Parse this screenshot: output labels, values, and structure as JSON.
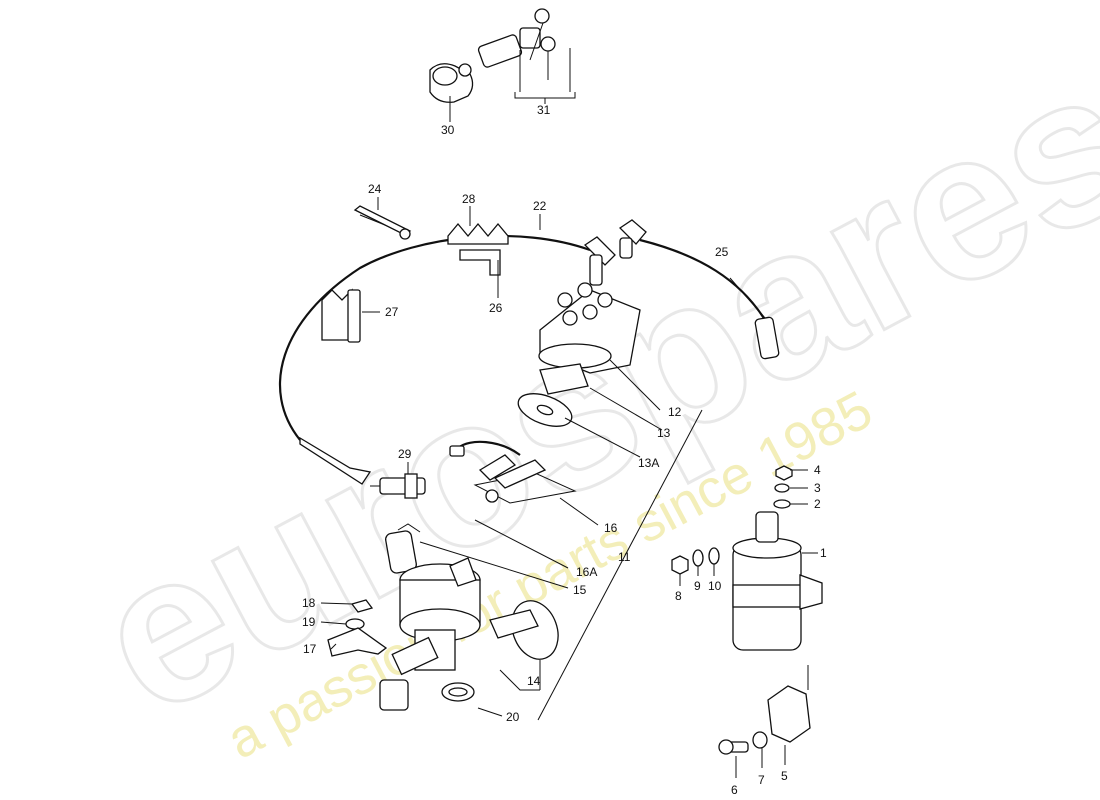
{
  "watermark": {
    "brand": "eurospares",
    "tagline": "a passion for parts since 1985"
  },
  "part_labels": [
    {
      "id": "1",
      "text": "1"
    },
    {
      "id": "2",
      "text": "2"
    },
    {
      "id": "3",
      "text": "3"
    },
    {
      "id": "4",
      "text": "4"
    },
    {
      "id": "5",
      "text": "5"
    },
    {
      "id": "6",
      "text": "6"
    },
    {
      "id": "7",
      "text": "7"
    },
    {
      "id": "8",
      "text": "8"
    },
    {
      "id": "9",
      "text": "9"
    },
    {
      "id": "10",
      "text": "10"
    },
    {
      "id": "11",
      "text": "11"
    },
    {
      "id": "12",
      "text": "12"
    },
    {
      "id": "13",
      "text": "13"
    },
    {
      "id": "13a",
      "text": "13A"
    },
    {
      "id": "14",
      "text": "14"
    },
    {
      "id": "15",
      "text": "15"
    },
    {
      "id": "16",
      "text": "16"
    },
    {
      "id": "16a",
      "text": "16A"
    },
    {
      "id": "17",
      "text": "17"
    },
    {
      "id": "18",
      "text": "18"
    },
    {
      "id": "19",
      "text": "19"
    },
    {
      "id": "20",
      "text": "20"
    },
    {
      "id": "22",
      "text": "22"
    },
    {
      "id": "24",
      "text": "24"
    },
    {
      "id": "25",
      "text": "25"
    },
    {
      "id": "26",
      "text": "26"
    },
    {
      "id": "27",
      "text": "27"
    },
    {
      "id": "28",
      "text": "28"
    },
    {
      "id": "29",
      "text": "29"
    },
    {
      "id": "30",
      "text": "30"
    },
    {
      "id": "31",
      "text": "31"
    }
  ]
}
